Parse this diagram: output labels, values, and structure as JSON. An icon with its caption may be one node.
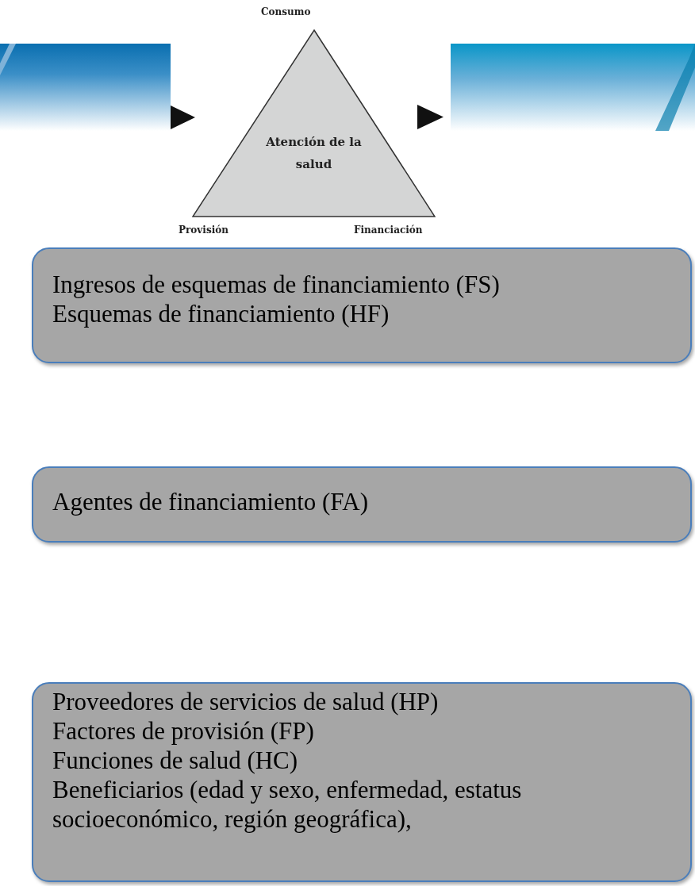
{
  "diagram": {
    "nodes": [
      {
        "text": [
          "Atención de la salud"
        ],
        "beside": [
          "Consumo",
          "Provisión",
          "Financiación"
        ]
      },
      {
        "text": [
          "Ingresos de esquemas de financiamiento (FS)",
          "Esquemas de financiamiento (HF)"
        ]
      },
      {
        "text": [
          "Agentes de financiamiento (FA)"
        ]
      },
      {
        "text": [
          "Proveedores de servicios de salud (HP)",
          "Factores de provisión (FP)",
          "Funciones de salud (HC)",
          "Beneficiarios (edad y sexo, enfermedad, estatus socioeconómico, región geográfica),"
        ]
      }
    ],
    "edges": []
  }
}
